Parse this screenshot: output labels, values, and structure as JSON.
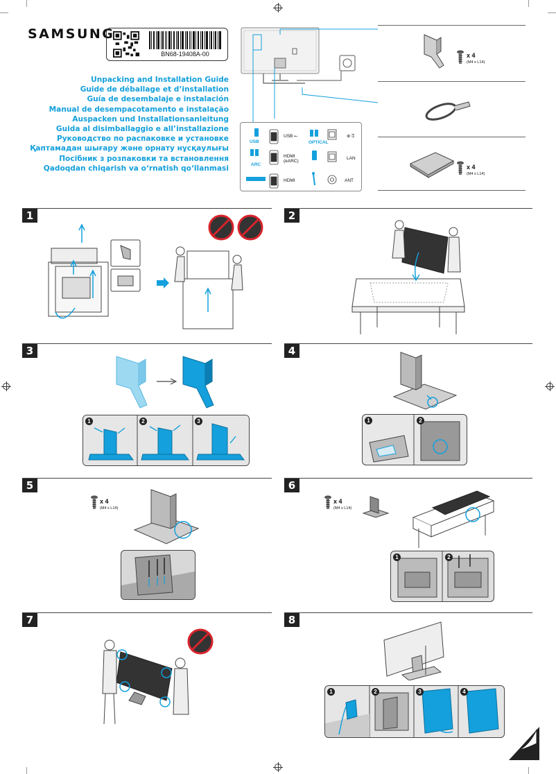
{
  "brand": "SAMSUNG",
  "part_number": "BN68-19408A-00",
  "guide_titles": [
    "Unpacking and Installation Guide",
    "Guide de déballage et d’installation",
    "Guía de desembalaje e instalación",
    "Manual de desempacotamento e instalação",
    "Auspacken und Installationsanleitung",
    "Guida al disimballaggio e all’installazione",
    "Руководство по распаковке и установке",
    "Қаптамадан шығару және орнату нұсқаулығы",
    "Посібник з розпаковки та встановлення",
    "Qadoqdan chiqarish va o‘rnatish qo‘llanmasi"
  ],
  "ports": {
    "usb_icon": "USB",
    "usb": "USB ⭠",
    "optical": "OPTICAL",
    "arc": "ARC",
    "hdmi_earc": "HDMI\n(eARC)",
    "lan": "LAN",
    "hdmi": "HDMI",
    "ant": "ANT"
  },
  "screws": {
    "count": "x 4",
    "spec": "(M4 x L14)"
  },
  "steps": [
    "1",
    "2",
    "3",
    "4",
    "5",
    "6",
    "7",
    "8"
  ],
  "substeps": [
    "1",
    "2",
    "3",
    "4"
  ],
  "colors": {
    "accent": "#14a0dc",
    "dark": "#222222",
    "warning": "#d8242c"
  }
}
